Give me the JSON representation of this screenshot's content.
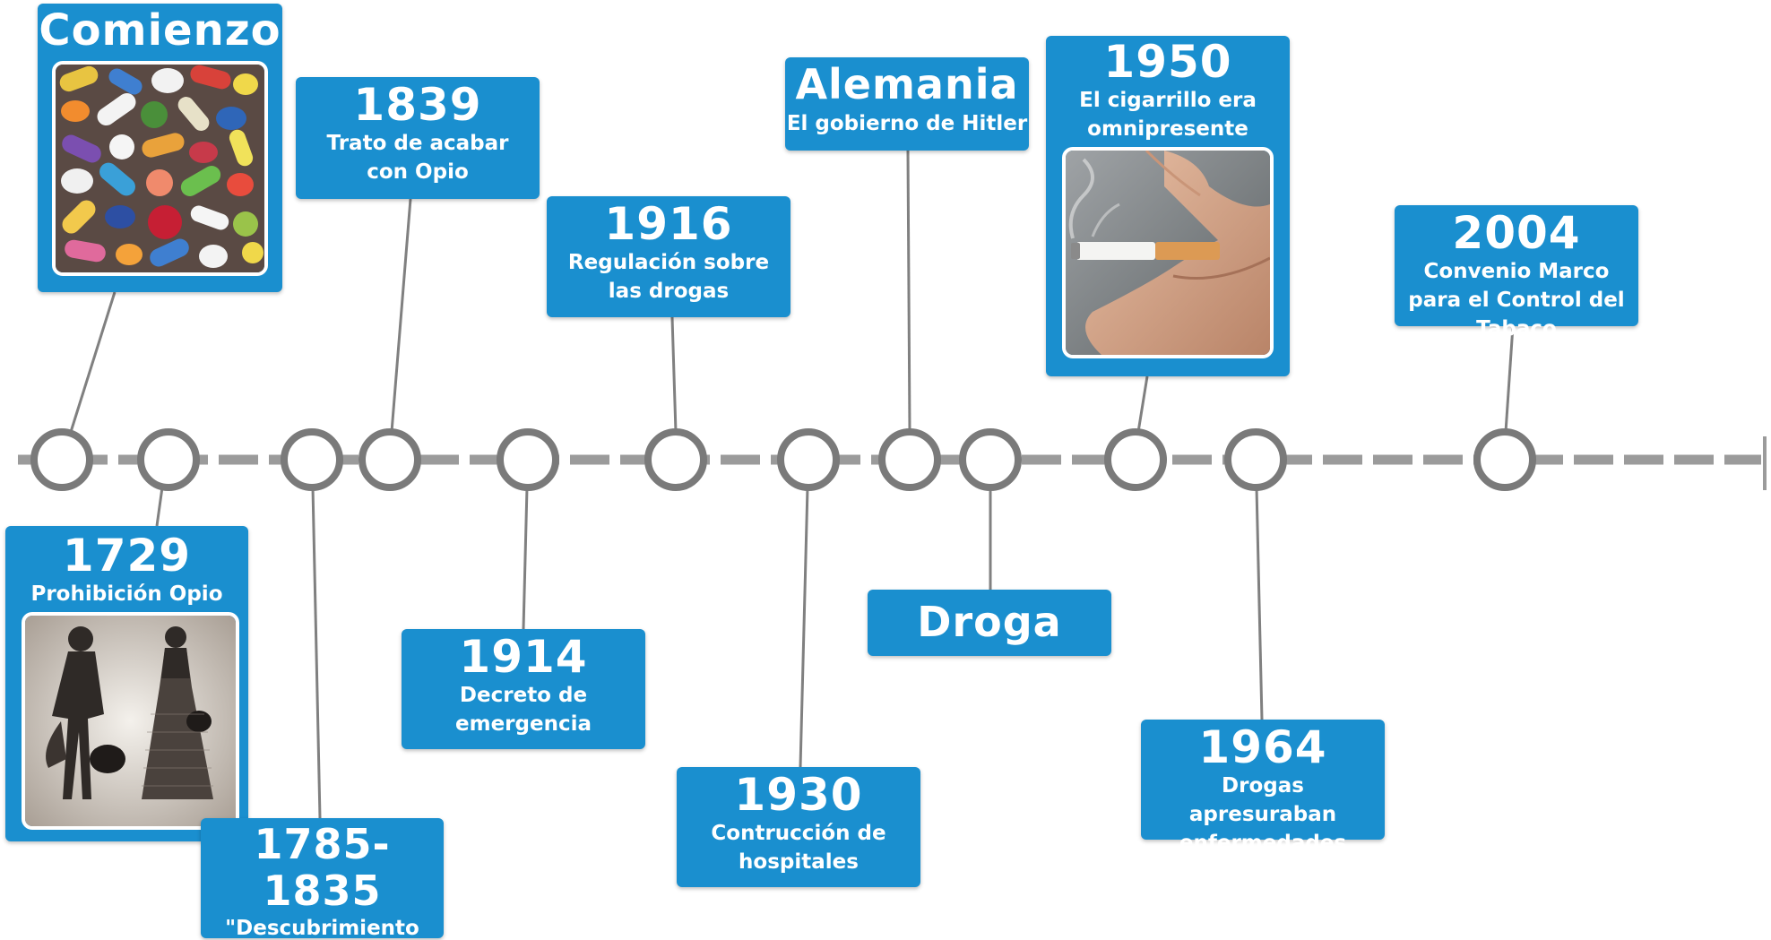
{
  "timeline": {
    "events": [
      {
        "id": "comienzo",
        "year": "Comienzo",
        "caption": ""
      },
      {
        "id": "1729",
        "year": "1729",
        "caption": "Prohibición Opio"
      },
      {
        "id": "1785-1835",
        "year": "1785-1835",
        "caption": "\"Descubrimiento de la adicción\""
      },
      {
        "id": "1839",
        "year": "1839",
        "caption": "Trato de acabar con Opio"
      },
      {
        "id": "1914",
        "year": "1914",
        "caption": "Decreto de emergencia"
      },
      {
        "id": "1916",
        "year": "1916",
        "caption": "Regulación sobre las drogas"
      },
      {
        "id": "1930",
        "year": "1930",
        "caption": "Contrucción de hospitales"
      },
      {
        "id": "alemania",
        "year": "Alemania",
        "caption": "El gobierno de Hitler"
      },
      {
        "id": "droga",
        "year": "Droga",
        "caption": ""
      },
      {
        "id": "1950",
        "year": "1950",
        "caption": "El cigarrillo era omnipresente"
      },
      {
        "id": "1964",
        "year": "1964",
        "caption": "Drogas apresuraban enfermedades"
      },
      {
        "id": "2004",
        "year": "2004",
        "caption": "Convenio Marco para el Control del Tabaco"
      }
    ],
    "images": {
      "comienzo": "pills-photo",
      "1729": "historical-figures-engraving",
      "1950": "cigarette-photo"
    }
  },
  "colors": {
    "box": "#1a8fcf",
    "line": "#9b9b9b",
    "connector": "#808080",
    "node": "#7a7a7a"
  }
}
